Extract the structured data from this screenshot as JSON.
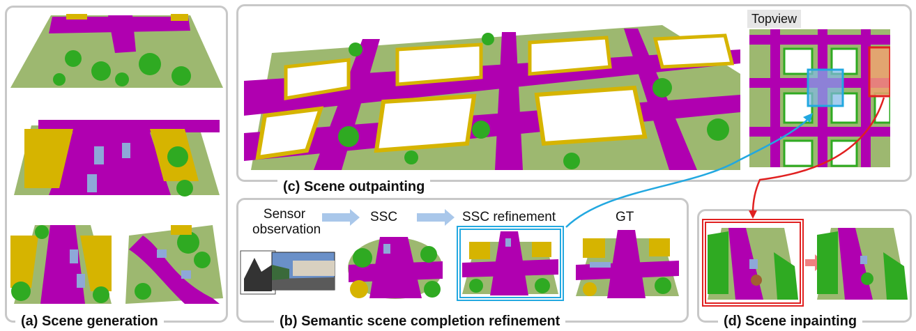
{
  "captions": {
    "a": "(a) Scene generation",
    "b": "(b) Semantic scene completion refinement",
    "c": "(c) Scene outpainting",
    "d": "(d) Scene inpainting"
  },
  "labels": {
    "sensor_line1": "Sensor",
    "sensor_line2": "observation",
    "ssc": "SSC",
    "ssc_refinement": "SSC refinement",
    "gt": "GT",
    "topview": "Topview"
  },
  "colors": {
    "road": "#b000b0",
    "sidewalk": "#7a2a7a",
    "building": "#d6b400",
    "vegetation": "#2faa22",
    "terrain": "#9db870",
    "car": "#8ea8d8",
    "highlight_blue": "#22a8e0",
    "highlight_red": "#e02020",
    "panel_border": "#c8c8c8"
  }
}
